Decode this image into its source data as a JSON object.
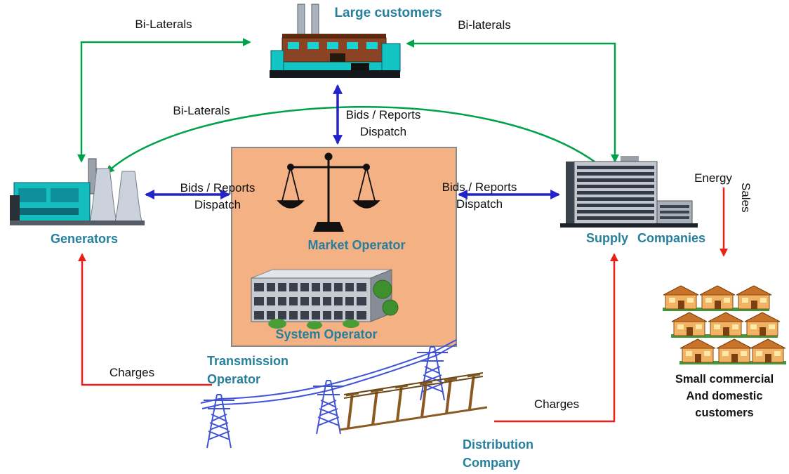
{
  "diagram": {
    "nodes": {
      "large_customers": {
        "label": "Large customers"
      },
      "generators": {
        "label": "Generators"
      },
      "market_operator": {
        "label": "Market Operator"
      },
      "system_operator": {
        "label": "System Operator"
      },
      "supply_companies": {
        "label": "Supply Companies"
      },
      "transmission_operator": {
        "line1": "Transmission",
        "line2": "Operator"
      },
      "distribution_company": {
        "line1": "Distribution",
        "line2": "Company"
      },
      "small_customers": {
        "line1": "Small commercial",
        "line2": "And domestic",
        "line3": "customers"
      }
    },
    "edges": {
      "bilateral_top_left": "Bi-Laterals",
      "bilateral_arc": "Bi-Laterals",
      "bilateral_top_right": "Bi-laterals",
      "bids_top": {
        "line1": "Bids / Reports",
        "line2": "Dispatch"
      },
      "bids_left": {
        "line1": "Bids / Reports",
        "line2": "Dispatch"
      },
      "bids_right": {
        "line1": "Bids / Reports",
        "line2": "Dispatch"
      },
      "charges_left": "Charges",
      "charges_right": "Charges",
      "energy": "Energy",
      "sales": "Sales"
    },
    "colors": {
      "bilateral_green": "#00a14b",
      "bids_blue": "#2323cc",
      "charges_red": "#e82019",
      "teal_label": "#267f9d",
      "box_fill": "#f4b183",
      "box_border": "#898989"
    }
  }
}
